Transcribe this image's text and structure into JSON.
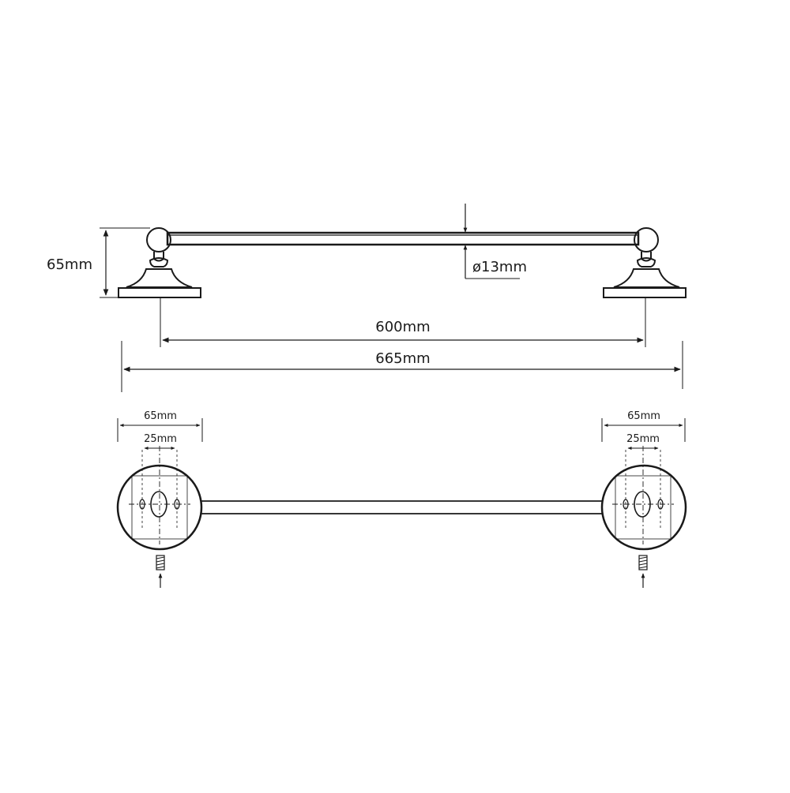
{
  "dimensions": {
    "height": "65mm",
    "rail_diameter": "ø13mm",
    "center_span": "600mm",
    "overall_length": "665mm",
    "base_width_left": "65mm",
    "hole_spacing_left": "25mm",
    "base_width_right": "65mm",
    "hole_spacing_right": "25mm"
  },
  "colors": {
    "line": "#1a1a1a",
    "background": "#ffffff"
  }
}
